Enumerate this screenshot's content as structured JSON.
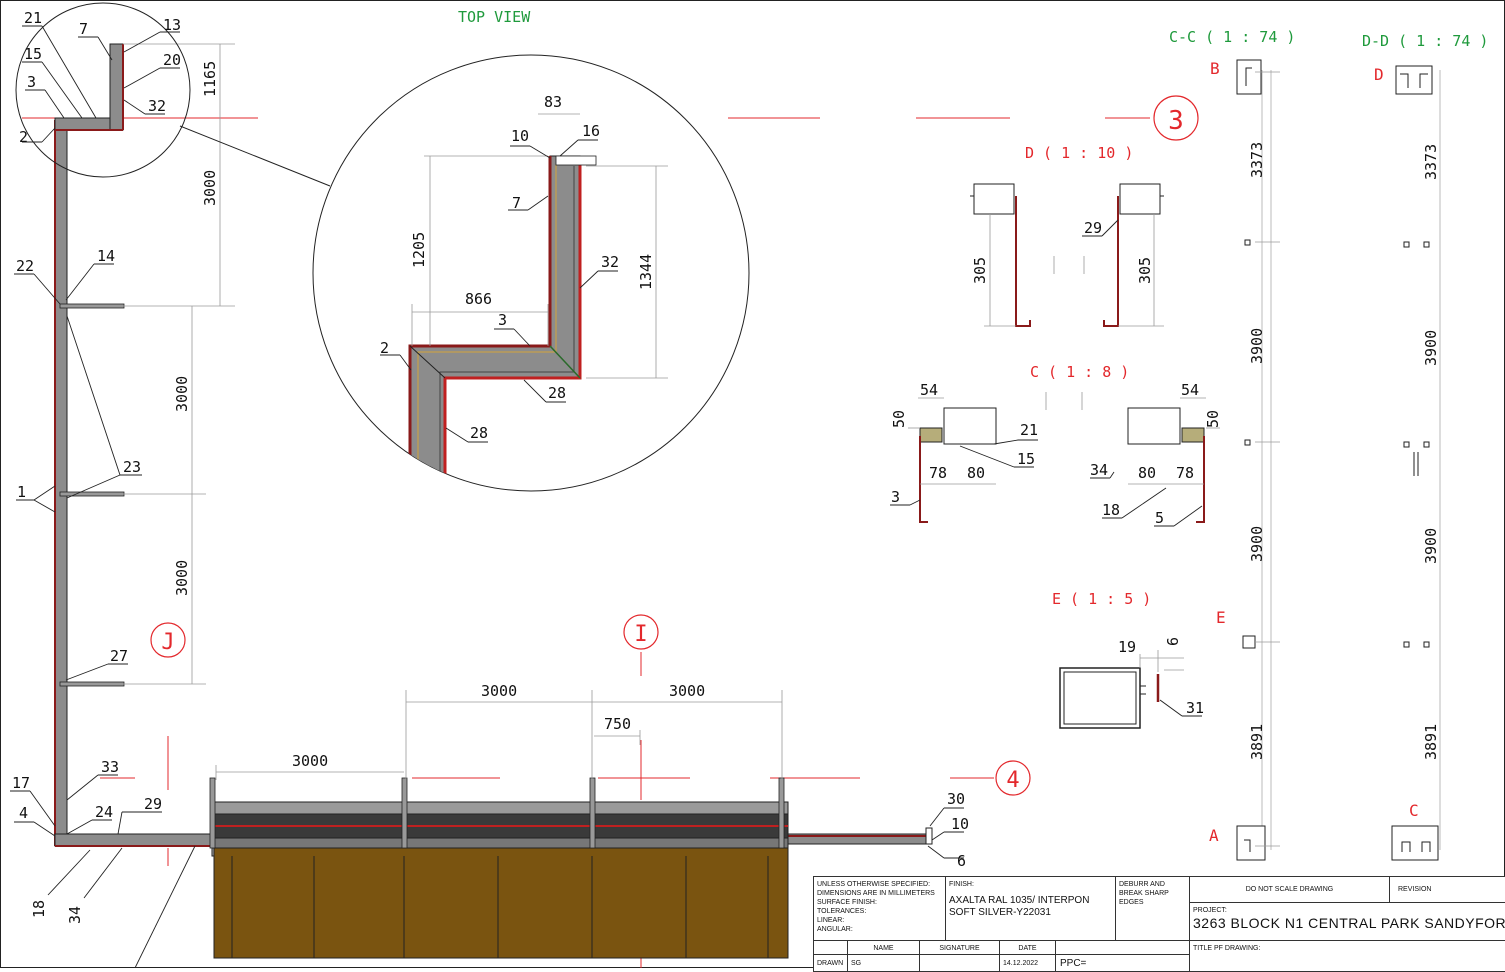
{
  "views": {
    "top_view": "TOP VIEW",
    "section_cc": "C-C ( 1 : 74 )",
    "section_dd": "D-D ( 1 : 74 )",
    "detail_d": "D ( 1 : 10 )",
    "detail_c": "C ( 1 : 8 )",
    "detail_e": "E ( 1 : 5 )"
  },
  "section_markers": {
    "b": "B",
    "d": "D",
    "a": "A",
    "c": "C",
    "e": "E"
  },
  "grid_bubbles": {
    "three": "3",
    "four": "4",
    "j": "J",
    "i": "I"
  },
  "main_dims": {
    "d1165": "1165",
    "d3000_a": "3000",
    "d3000_b": "3000",
    "d3000_c": "3000",
    "d3000_h1": "3000",
    "d3000_h2": "3000",
    "d3000_h3": "3000",
    "d750": "750"
  },
  "main_callouts": [
    "21",
    "7",
    "13",
    "15",
    "20",
    "3",
    "32",
    "2",
    "22",
    "14",
    "23",
    "1",
    "27",
    "17",
    "33",
    "4",
    "24",
    "29",
    "18",
    "34",
    "30",
    "10",
    "6"
  ],
  "circle_detail": {
    "dims": {
      "d83": "83",
      "d1205": "1205",
      "d866": "866",
      "d1344": "1344"
    },
    "callouts": [
      "10",
      "16",
      "7",
      "32",
      "3",
      "2",
      "28",
      "28"
    ]
  },
  "detail_d": {
    "dims": [
      "305",
      "305"
    ],
    "callouts": [
      "29"
    ]
  },
  "detail_c": {
    "dims": [
      "54",
      "50",
      "78",
      "80",
      "54",
      "50",
      "80",
      "78"
    ],
    "callouts": [
      "21",
      "15",
      "3",
      "34",
      "18",
      "5"
    ]
  },
  "detail_e": {
    "dims": [
      "19",
      "6"
    ],
    "callouts": [
      "31"
    ]
  },
  "cc_dims": [
    "3373",
    "3900",
    "3900",
    "3891"
  ],
  "dd_dims": [
    "3373",
    "3900",
    "3900",
    "3891"
  ],
  "colors": {
    "view_title": "#1f9a3c",
    "section_label": "#e3282c",
    "flashing": "#8a1a1a",
    "steel": "#8c8c8c",
    "timber": "#7a5410"
  },
  "title_block": {
    "general_notes": "UNLESS OTHERWISE SPECIFIED:\nDIMENSIONS ARE IN MILLIMETERS\nSURFACE FINISH:\nTOLERANCES:\nLINEAR:\nANGULAR:",
    "finish_label": "FINISH:",
    "finish_value": "AXALTA RAL 1035/ INTERPON SOFT SILVER-Y22031",
    "deburr": "DEBURR AND BREAK SHARP EDGES",
    "do_not_scale": "DO NOT SCALE DRAWING",
    "revision": "REVISION",
    "project_label": "PROJECT:",
    "project_value": "3263 BLOCK N1 CENTRAL PARK SANDYFOR",
    "name_h": "NAME",
    "signature_h": "SIGNATURE",
    "date_h": "DATE",
    "drawn_label": "DRAWN",
    "drawn_name": "SG",
    "drawn_date": "14.12.2022",
    "ppc": "PPC=",
    "title_label": "TITLE PF DRAWING:"
  }
}
